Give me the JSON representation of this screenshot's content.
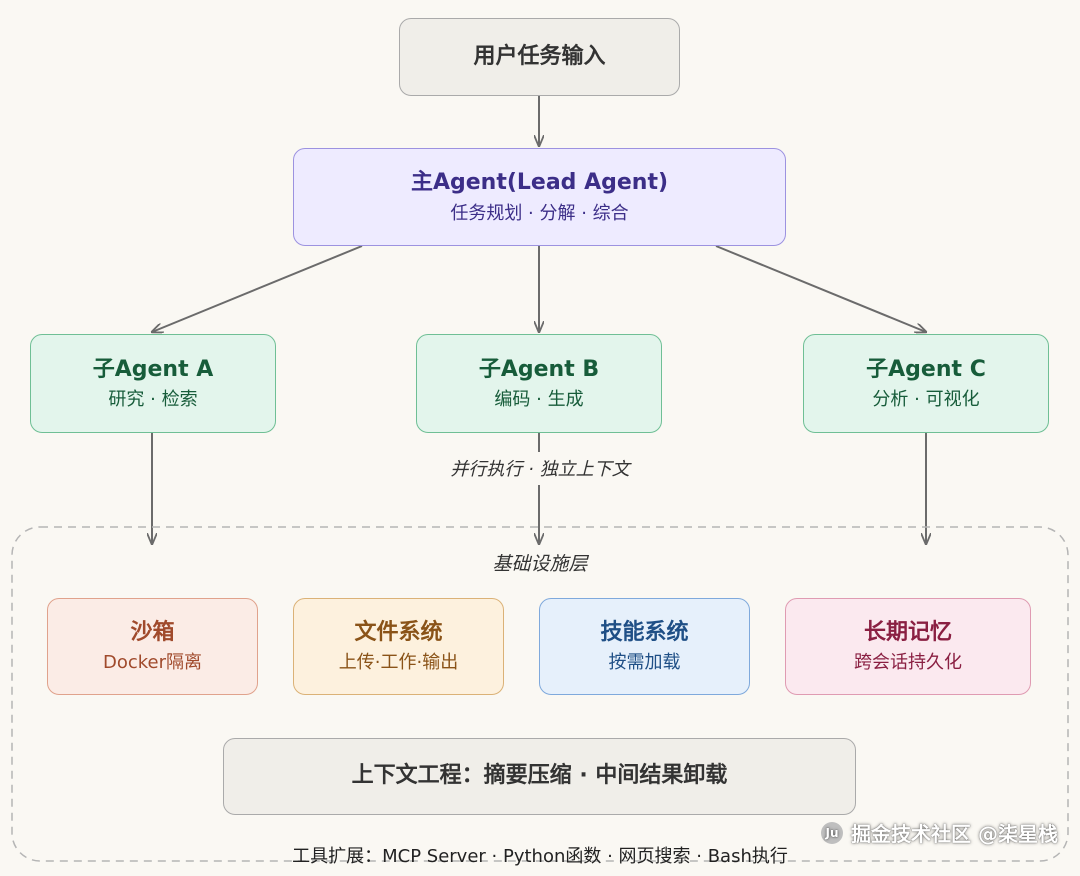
{
  "input": {
    "title": "用户任务输入"
  },
  "lead": {
    "title": "主Agent(Lead Agent)",
    "subtitle": "任务规划 · 分解 · 综合"
  },
  "sub_agents": [
    {
      "title": "子Agent A",
      "subtitle": "研究 · 检索"
    },
    {
      "title": "子Agent B",
      "subtitle": "编码 · 生成"
    },
    {
      "title": "子Agent C",
      "subtitle": "分析 · 可视化"
    }
  ],
  "parallel_label": "并行执行 · 独立上下文",
  "infra": {
    "title": "基础设施层",
    "modules": [
      {
        "title": "沙箱",
        "subtitle": "Docker隔离",
        "color": "#a04a2c"
      },
      {
        "title": "文件系统",
        "subtitle": "上传·工作·输出",
        "color": "#8a5318"
      },
      {
        "title": "技能系统",
        "subtitle": "按需加载",
        "color": "#1f4f86"
      },
      {
        "title": "长期记忆",
        "subtitle": "跨会话持久化",
        "color": "#8a1f42"
      }
    ],
    "context": "上下文工程：摘要压缩 · 中间结果卸载",
    "tools": "工具扩展：MCP Server · Python函数 · 网页搜索 · Bash执行"
  },
  "watermark": {
    "logo": "Ju",
    "text": "掘金技术社区 @柒星栈"
  },
  "colors": {
    "lead_text": "#3c2e88",
    "agent_text": "#175c3a"
  }
}
